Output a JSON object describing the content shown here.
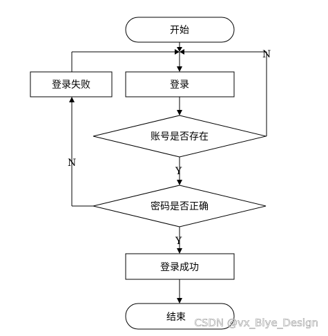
{
  "flowchart": {
    "start": "开始",
    "login": "登录",
    "login_failed": "登录失败",
    "account_exists": "账号是否存在",
    "password_correct": "密码是否正确",
    "login_success": "登录成功",
    "end": "结束",
    "branch_no_account": "N",
    "branch_yes_account": "Y",
    "branch_no_password": "N",
    "branch_yes_password": "Y"
  },
  "watermark": "CSDN @vx_Biye_Design"
}
